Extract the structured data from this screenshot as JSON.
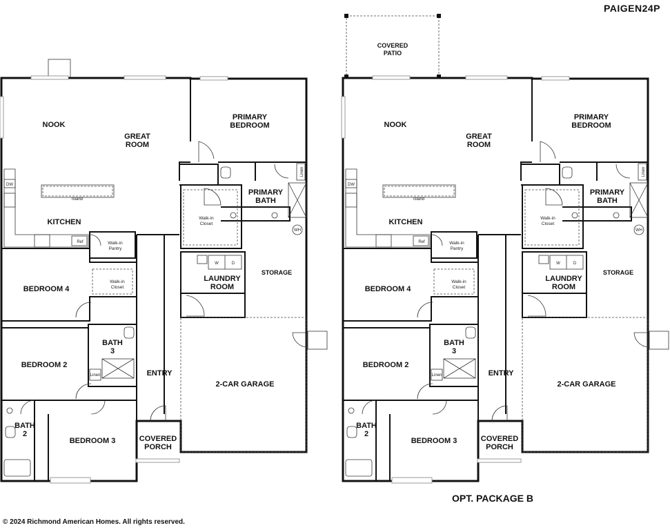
{
  "plan_code": "PAIGEN24P",
  "option_label": "OPT. PACKAGE B",
  "copyright": "© 2024 Richmond American Homes. All rights reserved.",
  "rooms": {
    "nook": "NOOK",
    "great_room_1": "GREAT",
    "great_room_2": "ROOM",
    "primary_bedroom_1": "PRIMARY",
    "primary_bedroom_2": "BEDROOM",
    "primary_bath_1": "PRIMARY",
    "primary_bath_2": "BATH",
    "kitchen": "KITCHEN",
    "island": "Island",
    "dw": "DW",
    "ref": "Ref",
    "linen": "Linen",
    "wh": "WH",
    "walkin_closet_1": "Walk-in",
    "walkin_closet_2": "Closet",
    "walkin_pantry_1": "Walk-in",
    "walkin_pantry_2": "Pantry",
    "bedroom_4": "BEDROOM 4",
    "bedroom_2": "BEDROOM 2",
    "bedroom_3": "BEDROOM 3",
    "bath_3_1": "BATH",
    "bath_3_2": "3",
    "bath_2_1": "BATH",
    "bath_2_2": "2",
    "laundry_1": "LAUNDRY",
    "laundry_2": "ROOM",
    "washer": "W",
    "dryer": "D",
    "storage": "STORAGE",
    "garage": "2-CAR GARAGE",
    "entry": "ENTRY",
    "covered_porch_1": "COVERED",
    "covered_porch_2": "PORCH",
    "covered_patio_1": "COVERED",
    "covered_patio_2": "PATIO"
  }
}
